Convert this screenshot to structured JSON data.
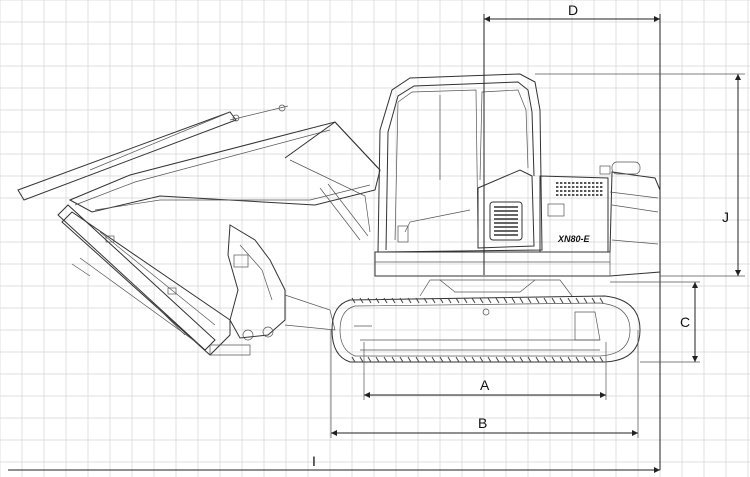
{
  "diagram": {
    "colors": {
      "grid": "#d4d4d4",
      "line": "#333333",
      "background": "#ffffff"
    },
    "dimension_labels": {
      "a": "A",
      "b": "B",
      "c": "C",
      "d": "D",
      "i": "I",
      "j": "J"
    },
    "model_badge": "XN80-E"
  }
}
